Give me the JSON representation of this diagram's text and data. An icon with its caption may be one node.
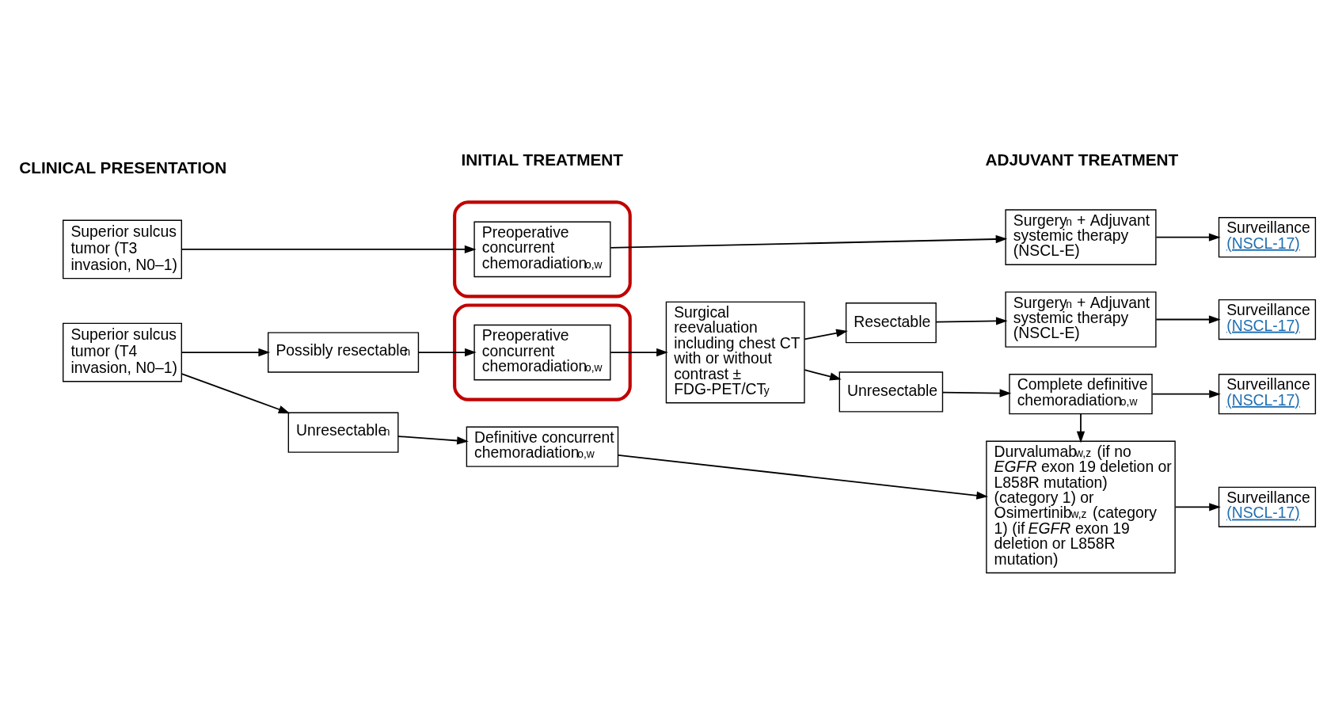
{
  "diagram": {
    "nodes": [
      {
        "text": [
          "Superior sulcus tumor (T3 invasion, N0–1)"
        ]
      },
      {
        "text": [],
        "shape": "ellipse"
      },
      {
        "text": [
          "Preoperative concurrent chemoradiation$^{o,w}$"
        ],
        "in": 1
      },
      {
        "text": [
          "Surgery$^{n}$ + Adjuvant systemic therapy (NSCL-E)"
        ]
      },
      {
        "text": [
          "Surveillance",
          "(NSCL-17)"
        ]
      },
      {
        "text": [
          "Superior sulcus tumor (T4 invasion, N0–1)"
        ]
      },
      {
        "text": [
          "Possibly resectable$^{n}$"
        ]
      },
      {
        "text": [
          "Unresectable$^{n}$"
        ]
      },
      {
        "text": [],
        "shape": "ellipse"
      },
      {
        "text": [
          "Preoperative concurrent chemoradiation$^{o,w}$"
        ],
        "in": 8
      },
      {
        "text": [
          "Surgical reevaluation including chest CT with or without contrast ± FDG-PET/CT$^{y}$"
        ]
      },
      {
        "text": [
          "Resectable"
        ]
      },
      {
        "text": [
          "Unresectable"
        ]
      },
      {
        "text": [
          "Surgery$^{n}$ + Adjuvant systemic therapy (NSCL-E)"
        ]
      },
      {
        "text": [
          "Surveillance",
          "(NSCL-17)"
        ]
      },
      {
        "text": [
          "Complete definitive chemoradiation$^{o,w}$"
        ]
      },
      {
        "text": [
          "Surveillance",
          "(NSCL-17)"
        ]
      },
      {
        "text": [
          "Definitive concurrent chemoradiation$^{o,w}$"
        ]
      },
      {
        "text": [
          "Durvalumab$^{w,z}$ (if no *EGFR* exon 19 deletion or L858R mutation) (category 1) or Osimertinib$^{w,z}$ (category 1) (if *EGFR* exon 19 deletion or L858R mutation)"
        ]
      },
      {
        "text": [
          "Surveillance",
          "(NSCL-17)"
        ]
      }
    ],
    "edges": [
      {
        "from": 0,
        "to": 2,
        "arrow": "to"
      },
      {
        "from": 2,
        "to": 3,
        "arrow": "to"
      },
      {
        "from": 3,
        "to": 4,
        "arrow": "to"
      },
      {
        "from": 5,
        "to": 6,
        "arrow": "to"
      },
      {
        "from": 5,
        "to": 7,
        "arrow": "to"
      },
      {
        "from": 6,
        "to": 9,
        "arrow": "to"
      },
      {
        "from": 9,
        "to": 10,
        "arrow": "to"
      },
      {
        "from": 10,
        "to": 11,
        "arrow": "to"
      },
      {
        "from": 10,
        "to": 12,
        "arrow": "to"
      },
      {
        "from": 11,
        "to": 13,
        "arrow": "to"
      },
      {
        "from": 13,
        "to": 14,
        "arrow": "to"
      },
      {
        "from": 12,
        "to": 15,
        "arrow": "to"
      },
      {
        "from": 15,
        "to": 16,
        "arrow": "to"
      },
      {
        "from": 15,
        "to": 18,
        "arrow": "to"
      },
      {
        "from": 7,
        "to": 17,
        "arrow": "to"
      },
      {
        "from": 17,
        "to": 18,
        "arrow": "to"
      },
      {
        "from": 18,
        "to": 19,
        "arrow": "to"
      }
    ],
    "labels": [
      "CLINICAL PRESENTATION",
      "INITIAL TREATMENT",
      "ADJUVANT TREATMENT"
    ]
  }
}
